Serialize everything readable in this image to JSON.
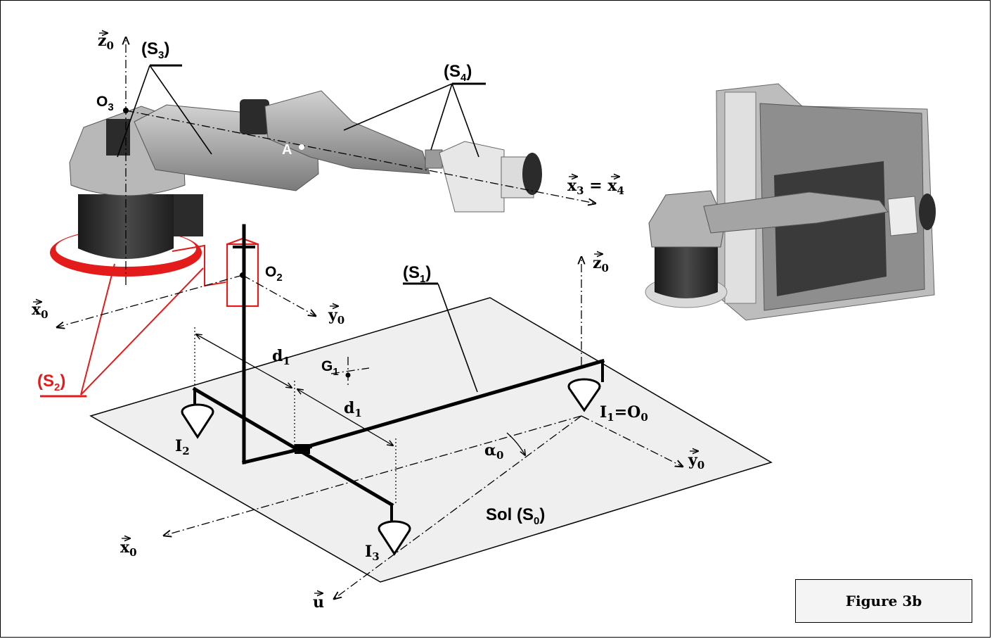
{
  "figure_caption": "Figure 3b",
  "solids": {
    "s0": {
      "prefix": "Sol (",
      "base": "S",
      "sub": "0",
      "suffix": ")"
    },
    "s1": {
      "base": "(S",
      "sub": "1",
      "suffix": ")"
    },
    "s2": {
      "base": "(S",
      "sub": "2",
      "suffix": ")"
    },
    "s3": {
      "base": "(S",
      "sub": "3",
      "suffix": ")"
    },
    "s4": {
      "base": "(S",
      "sub": "4",
      "suffix": ")"
    }
  },
  "points": {
    "O3": {
      "base": "O",
      "sub": "3"
    },
    "O2": {
      "base": "O",
      "sub": "2"
    },
    "A": {
      "base": "A"
    },
    "G1": {
      "base": "G",
      "sub": "1"
    },
    "I1": {
      "base": "I",
      "sub": "1",
      "suffix": "=O",
      "sub2": "0"
    },
    "I2": {
      "base": "I",
      "sub": "2"
    },
    "I3": {
      "base": "I",
      "sub": "3"
    }
  },
  "axes": {
    "z0_top": {
      "base": "z",
      "sub": "0"
    },
    "x0_left": {
      "base": "x",
      "sub": "0"
    },
    "y0_mid": {
      "base": "y",
      "sub": "0"
    },
    "x3_x4": {
      "base": "x",
      "sub": "3",
      "mid": " = ",
      "base2": "x",
      "sub2": "4"
    },
    "z0_right": {
      "base": "z",
      "sub": "0"
    },
    "y0_right": {
      "base": "y",
      "sub": "0"
    },
    "x0_bottom": {
      "base": "x",
      "sub": "0"
    },
    "u": {
      "base": "u"
    }
  },
  "dimensions": {
    "d1_top": {
      "base": "d",
      "sub": "1"
    },
    "d1_bottom": {
      "base": "d",
      "sub": "1"
    },
    "alpha0": {
      "base": "α",
      "sub": "0"
    }
  },
  "colors": {
    "ink": "#000000",
    "accent_red": "#e31b1b",
    "ground_fill": "#efefef",
    "robot_gray": "#a9a9a9",
    "robot_dark": "#2b2b2b"
  }
}
